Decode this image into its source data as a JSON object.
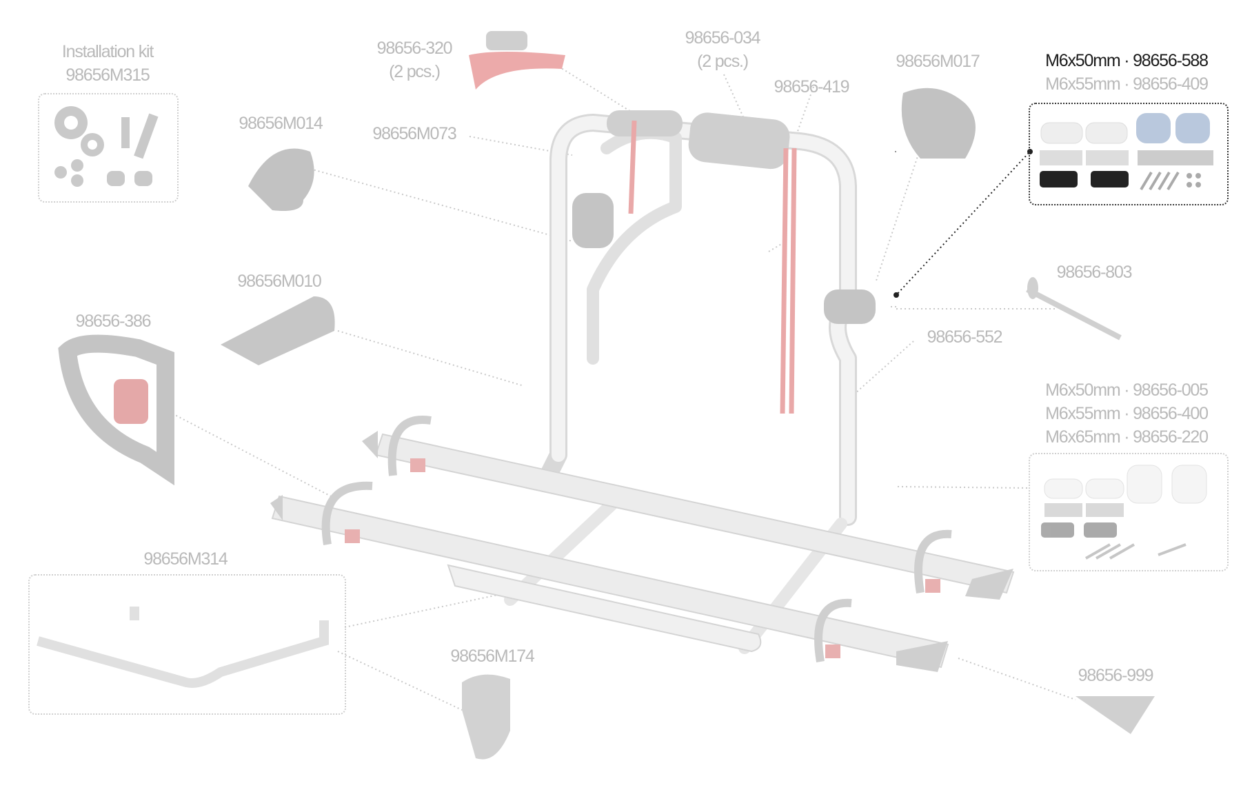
{
  "diagram": {
    "labels": {
      "installation_kit_title": "Installation kit",
      "installation_kit_number": "98656M315",
      "strap_number": "98656-320",
      "strap_qty": "(2 pcs.)",
      "padding_number": "98656-034",
      "padding_qty": "(2 pcs.)",
      "red_strap": "98656-419",
      "knob_top": "98656M017",
      "top_kit_line1": "M6x50mm · 98656-588",
      "top_kit_line2": "M6x55mm · 98656-409",
      "knob_left": "98656M014",
      "frame": "98656M073",
      "wheel_holder": "98656M010",
      "frame_strap": "98656-386",
      "bolt": "98656-803",
      "upright": "98656-552",
      "bottom_kit_line1": "M6x50mm · 98656-005",
      "bottom_kit_line2": "M6x55mm · 98656-400",
      "bottom_kit_line3": "M6x65mm · 98656-220",
      "bracket": "98656M314",
      "clamp": "98656M174",
      "end_cap": "98656-999"
    },
    "colors": {
      "label": "#b9b9b9",
      "highlight": "#1a1a1a",
      "strap_red": "#e8a0a0",
      "part_gray": "#d6d6d6",
      "cap_blue": "#b9c8dd"
    }
  }
}
